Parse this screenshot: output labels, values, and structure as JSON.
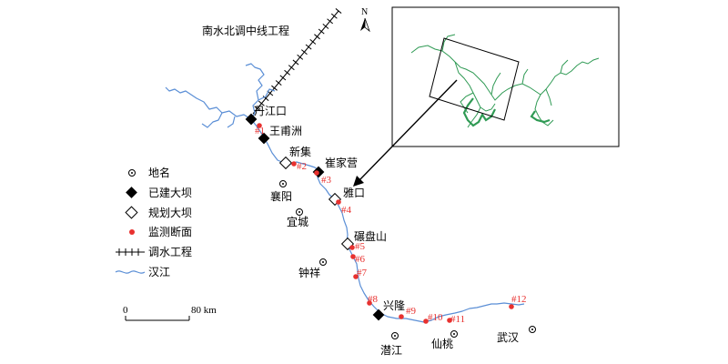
{
  "project_label": "南水北调中线工程",
  "north_label": "N",
  "places": {
    "danjiangkou": "丹江口",
    "wangfuzhou": "王甫洲",
    "xinji": "新集",
    "cuijiaying": "崔家营",
    "xiangyang": "襄阳",
    "yakou": "雅口",
    "yicheng": "宜城",
    "nianpanshan": "碾盘山",
    "zhongxiang": "钟祥",
    "xinglong": "兴隆",
    "qianjiang": "潜江",
    "xiantao": "仙桃",
    "wuhan": "武汉"
  },
  "stations": [
    "#1",
    "#2",
    "#3",
    "#4",
    "#5",
    "#6",
    "#7",
    "#8",
    "#9",
    "#10",
    "#11",
    "#12"
  ],
  "legend": [
    {
      "symbol": "place",
      "label": "地名"
    },
    {
      "symbol": "built-dam",
      "label": "已建大坝"
    },
    {
      "symbol": "planned-dam",
      "label": "规划大坝"
    },
    {
      "symbol": "monitoring-section",
      "label": "监测断面"
    },
    {
      "symbol": "water-diversion",
      "label": "调水工程"
    },
    {
      "symbol": "han-river",
      "label": "汉江"
    }
  ],
  "scale": {
    "start": "0",
    "end": "80 km"
  },
  "colors": {
    "river": "#5b8fd6",
    "station": "#e8312f",
    "inset_basin": "#2f9a54",
    "dam": "#000000"
  }
}
